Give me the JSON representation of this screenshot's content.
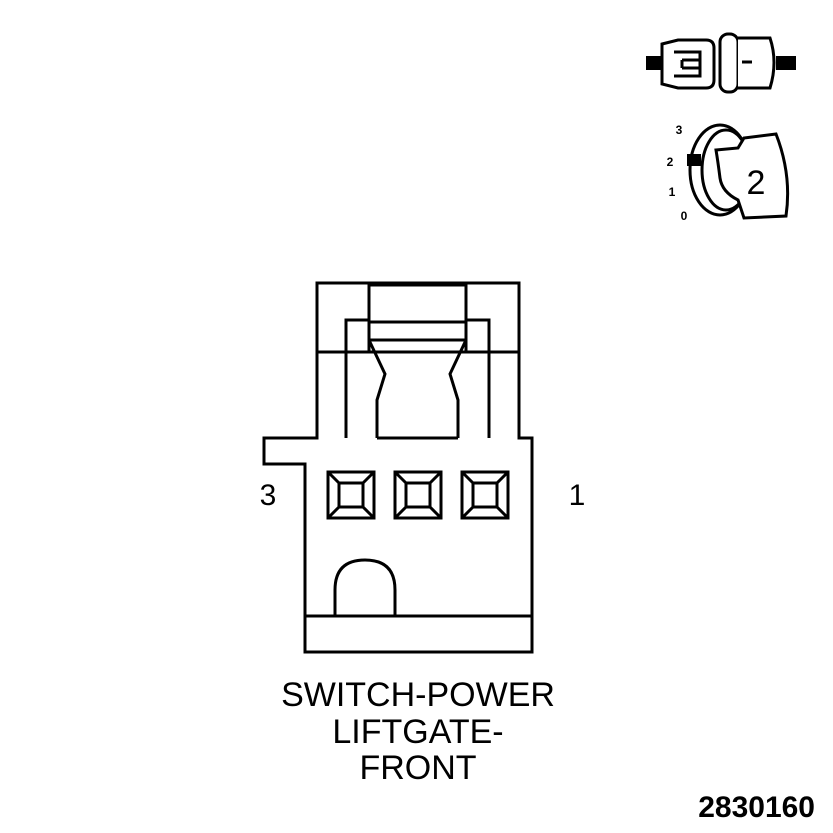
{
  "connector": {
    "pin_left": "3",
    "pin_right": "1",
    "terminal_count": 3,
    "name_lines": [
      "SWITCH-POWER",
      "LIFTGATE-",
      "FRONT"
    ]
  },
  "key_icon": {
    "position_labels": [
      "3",
      "2",
      "1",
      "0"
    ],
    "selected_position": "2"
  },
  "figure_number": "2830160",
  "colors": {
    "line": "#000000",
    "background": "#ffffff"
  }
}
